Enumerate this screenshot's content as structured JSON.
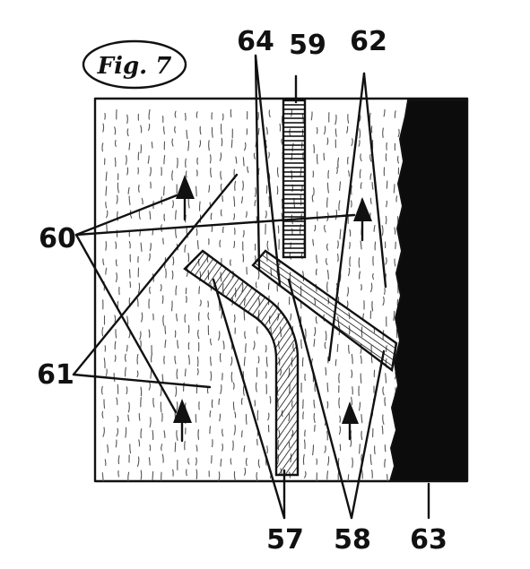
{
  "figure": {
    "title": "Fig. 7",
    "reference_numerals": {
      "r57": "57",
      "r58": "58",
      "r59": "59",
      "r60": "60",
      "r61": "61",
      "r62": "62",
      "r63": "63",
      "r64": "64"
    },
    "colors": {
      "ink": "#111111",
      "paper": "#ffffff"
    }
  }
}
